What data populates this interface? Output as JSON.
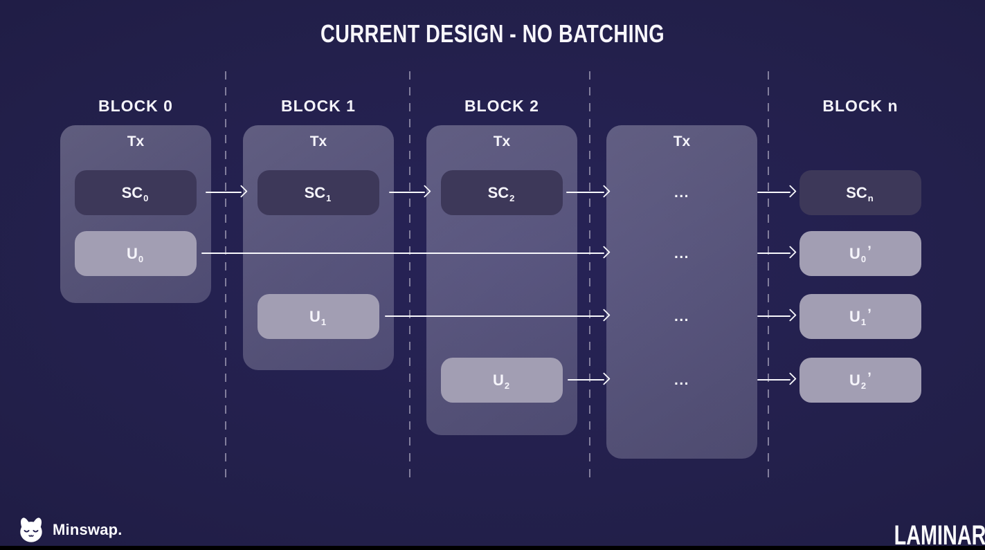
{
  "title": "CURRENT DESIGN - NO BATCHING",
  "columns": {
    "block0": {
      "header": "BLOCK 0",
      "tx_label": "Tx",
      "sc": {
        "base": "SC",
        "sub": "0",
        "suffix": ""
      },
      "u": {
        "base": "U",
        "sub": "0",
        "suffix": ""
      }
    },
    "block1": {
      "header": "BLOCK 1",
      "tx_label": "Tx",
      "sc": {
        "base": "SC",
        "sub": "1",
        "suffix": ""
      },
      "u": {
        "base": "U",
        "sub": "1",
        "suffix": ""
      }
    },
    "block2": {
      "header": "BLOCK 2",
      "tx_label": "Tx",
      "sc": {
        "base": "SC",
        "sub": "2",
        "suffix": ""
      },
      "u": {
        "base": "U",
        "sub": "2",
        "suffix": ""
      }
    },
    "ellipsis": {
      "tx_label": "Tx",
      "rows": [
        "...",
        "...",
        "...",
        "..."
      ]
    },
    "blockn": {
      "header": "BLOCK n",
      "sc": {
        "base": "SC",
        "sub": "n",
        "suffix": ""
      },
      "u0": {
        "base": "U",
        "sub": "0",
        "suffix": "’"
      },
      "u1": {
        "base": "U",
        "sub": "1",
        "suffix": "’"
      },
      "u2": {
        "base": "U",
        "sub": "2",
        "suffix": "’"
      }
    }
  },
  "footer": {
    "left_brand": "Minswap.",
    "right_brand": "LAMINAR",
    "cat_icon": "minswap-cat-icon"
  },
  "colors": {
    "background": "#221f49",
    "tx_container": "#575372",
    "sc_box": "#3d3859",
    "u_box": "#a29eb3",
    "dashed_line": "#827e9c",
    "arrow": "#f8f8fc",
    "text": "#f5f4fa",
    "footer_bar": "#000000"
  }
}
